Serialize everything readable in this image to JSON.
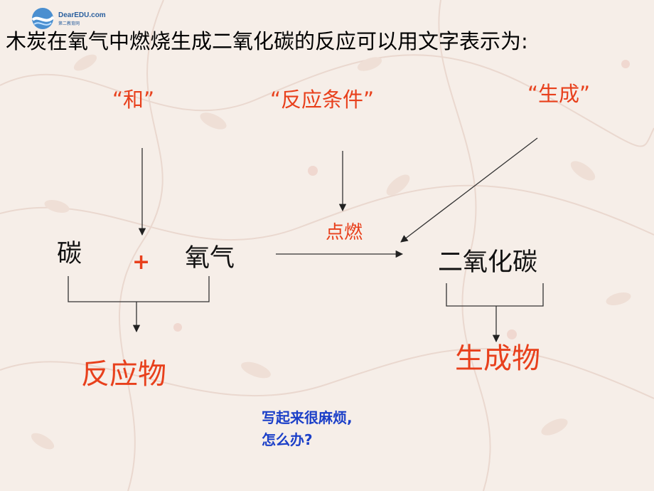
{
  "logo": {
    "text": "DearEDU.com",
    "subtext": "第二教育网",
    "icon": "globe-wave-icon",
    "color": "#2a5f9e"
  },
  "title": "木炭在氧气中燃烧生成二氧化碳的反应可以用文字表示为:",
  "labels": {
    "and": "“和”",
    "condition": "“反应条件”",
    "produce": "“生成”"
  },
  "equation": {
    "reactant1": "碳",
    "plus": "+",
    "reactant2": "氧气",
    "condition": "点燃",
    "product": "二氧化碳"
  },
  "groups": {
    "reactants": "反应物",
    "products": "生成物"
  },
  "note": {
    "line1": "写起来很麻烦,",
    "line2": "怎么办?"
  },
  "colors": {
    "accent_red": "#e8401c",
    "note_blue": "#1b3fc8",
    "background": "#f6eee8"
  }
}
